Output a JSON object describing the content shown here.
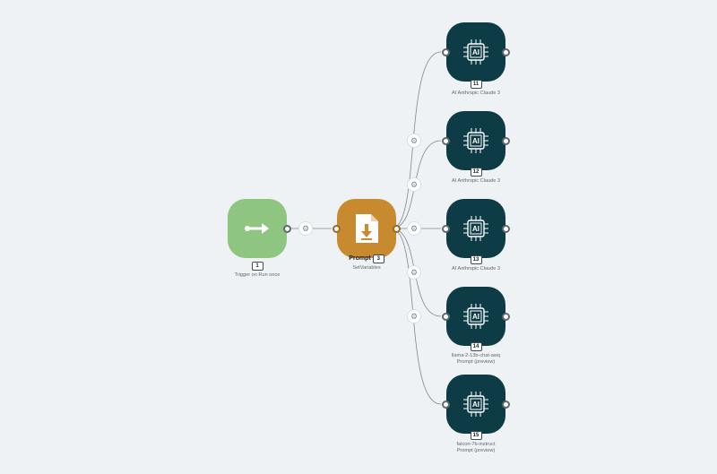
{
  "workflow": {
    "nodes": [
      {
        "id": "1",
        "title": "",
        "subtitle": "Trigger on Run once",
        "subtitle2": "",
        "kind": "trigger",
        "color": "#8ec681",
        "icon": "arrow-right-icon"
      },
      {
        "id": "3",
        "title": "Prompt",
        "subtitle": "SetVariables",
        "subtitle2": "",
        "kind": "prompt",
        "color": "#c88a2f",
        "icon": "file-download-icon"
      },
      {
        "id": "11",
        "title": "",
        "subtitle": "AI Anthropic Claude 3",
        "subtitle2": "",
        "kind": "ai",
        "color": "#0e3c46",
        "icon": "ai-chip-icon",
        "chip_label": "AI"
      },
      {
        "id": "12",
        "title": "",
        "subtitle": "AI Anthropic Claude 3",
        "subtitle2": "",
        "kind": "ai",
        "color": "#0e3c46",
        "icon": "ai-chip-icon",
        "chip_label": "AI"
      },
      {
        "id": "13",
        "title": "",
        "subtitle": "AI Anthropic Claude 3",
        "subtitle2": "",
        "kind": "ai",
        "color": "#0e3c46",
        "icon": "ai-chip-icon",
        "chip_label": "AI"
      },
      {
        "id": "14",
        "title": "",
        "subtitle": "llama-2-13b-chat-awq",
        "subtitle2": "Prompt (preview)",
        "kind": "ai",
        "color": "#0e3c46",
        "icon": "ai-chip-icon",
        "chip_label": "AI"
      },
      {
        "id": "15",
        "title": "",
        "subtitle": "falcon-7b-instruct",
        "subtitle2": "Prompt (preview)",
        "kind": "ai",
        "color": "#0e3c46",
        "icon": "ai-chip-icon",
        "chip_label": "AI"
      }
    ],
    "edges": [
      {
        "from": "1",
        "to": "3",
        "icon": "gear-icon"
      },
      {
        "from": "3",
        "to": "11",
        "icon": ""
      },
      {
        "from": "3",
        "to": "12",
        "icon": "gear-icon"
      },
      {
        "from": "3",
        "to": "13",
        "icon": "gear-icon"
      },
      {
        "from": "3",
        "to": "14",
        "icon": "gear-icon"
      },
      {
        "from": "3",
        "to": "15",
        "icon": "gear-icon"
      }
    ],
    "colors": {
      "background": "#eff2f5",
      "edge": "#7e878c"
    }
  }
}
